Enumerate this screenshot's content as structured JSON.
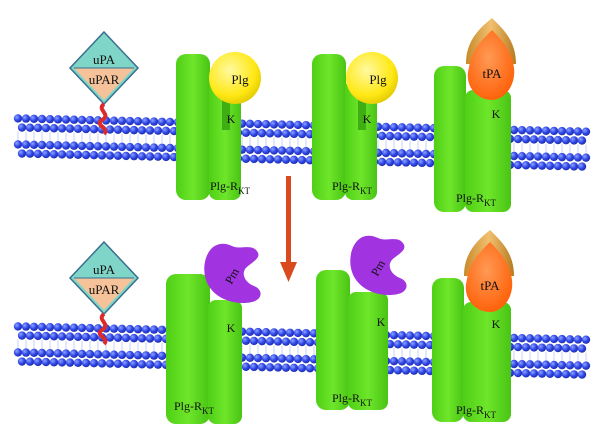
{
  "labels": {
    "upa": "uPA",
    "upar": "uPAR",
    "plg": "Plg",
    "tpa": "tPA",
    "pm": "Pm",
    "kringle": "K",
    "receptor_main": "Plg-R",
    "receptor_sub": "KT"
  },
  "colors": {
    "receptor_green": "#5fe021",
    "receptor_green_dark": "#3fae12",
    "plg_yellow": "#ffee22",
    "tpa_orange": "#ff6a12",
    "tpa_tan": "#d9a44a",
    "pm_purple": "#a133e0",
    "membrane_blue": "#3149e8",
    "upa_teal": "#7fd6c8",
    "upar_peach": "#f5c29a",
    "anchor_red": "#dd2a2a",
    "arrow_red": "#d94a1f"
  },
  "icons": {
    "arrow": "down-arrow-icon"
  }
}
